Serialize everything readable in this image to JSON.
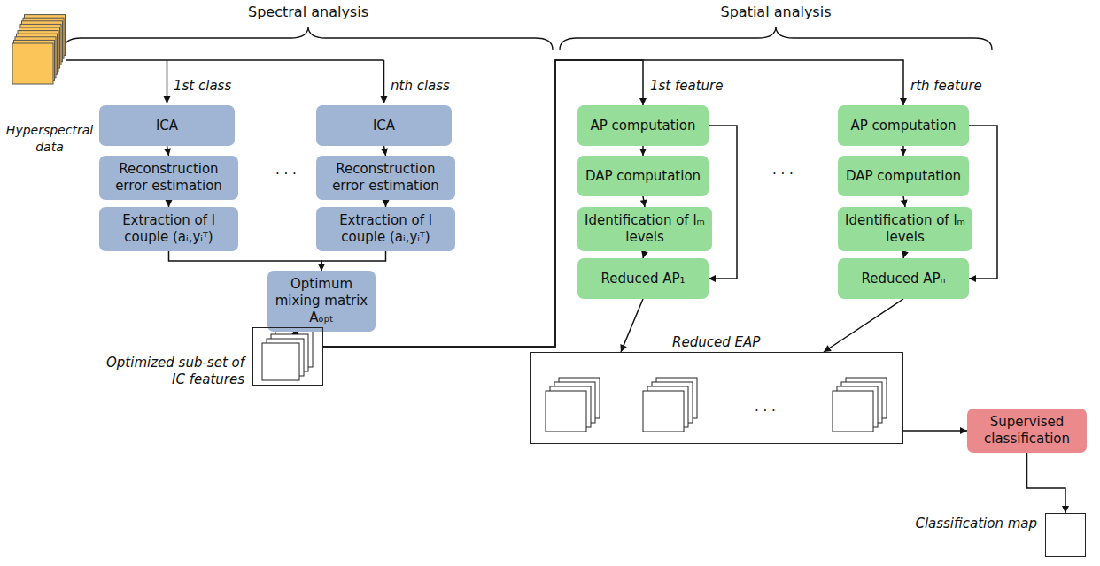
{
  "diagram": {
    "nodes": [
      {
        "text": [
          "ICA"
        ]
      },
      {
        "text": [
          "Reconstruction error estimation"
        ]
      },
      {
        "text": [
          "Extraction of l couple (aᵢ,yᵢᵀ)"
        ]
      },
      {
        "text": [
          "ICA"
        ]
      },
      {
        "text": [
          "Reconstruction error estimation"
        ]
      },
      {
        "text": [
          "Extraction of l couple (aᵢ,yᵢᵀ)"
        ]
      },
      {
        "text": [
          "Optimum mixing matrix Aₒₚₜ"
        ]
      },
      {
        "text": [
          "Optimized sub-set of IC features"
        ]
      },
      {
        "text": [
          "AP computation"
        ]
      },
      {
        "text": [
          "DAP computation"
        ]
      },
      {
        "text": [
          "Identification of lₘ levels"
        ]
      },
      {
        "text": [
          "Reduced AP₁"
        ]
      },
      {
        "text": [
          "AP computation"
        ]
      },
      {
        "text": [
          "DAP computation"
        ]
      },
      {
        "text": [
          "Identification of lₘ levels"
        ]
      },
      {
        "text": [
          "Reduced APₙ"
        ]
      },
      {
        "text": [
          "Reduced EAP"
        ]
      },
      {
        "text": [
          "Supervised classification"
        ]
      },
      {
        "text": [
          "Classification map"
        ]
      }
    ],
    "edges": [
      {
        "from": 0,
        "to": 1,
        "arrow": "to"
      },
      {
        "from": 1,
        "to": 2,
        "arrow": "to"
      },
      {
        "from": 3,
        "to": 4,
        "arrow": "to"
      },
      {
        "from": 4,
        "to": 5,
        "arrow": "to"
      },
      {
        "from": 2,
        "to": 6,
        "arrow": "to"
      },
      {
        "from": 5,
        "to": 6,
        "arrow": "to"
      },
      {
        "from": 6,
        "to": 7,
        "arrow": "to"
      },
      {
        "from": 7,
        "to": 8,
        "label": "1st feature",
        "arrow": "to"
      },
      {
        "from": 7,
        "to": 12,
        "label": "rth feature",
        "arrow": "to"
      },
      {
        "from": 8,
        "to": 9,
        "arrow": "to"
      },
      {
        "from": 9,
        "to": 10,
        "arrow": "to"
      },
      {
        "from": 10,
        "to": 11,
        "arrow": "to"
      },
      {
        "from": 8,
        "to": 11,
        "arrow": "to"
      },
      {
        "from": 12,
        "to": 13,
        "arrow": "to"
      },
      {
        "from": 13,
        "to": 14,
        "arrow": "to"
      },
      {
        "from": 14,
        "to": 15,
        "arrow": "to"
      },
      {
        "from": 12,
        "to": 15,
        "arrow": "to"
      },
      {
        "from": 11,
        "to": 16,
        "arrow": "to"
      },
      {
        "from": 15,
        "to": 16,
        "arrow": "to"
      },
      {
        "from": 16,
        "to": 17,
        "arrow": "to"
      },
      {
        "from": 17,
        "to": 18,
        "arrow": "to"
      }
    ],
    "labels": [
      "Spectral analysis",
      "Spatial analysis",
      "Hyperspectral data",
      "1st class",
      "nth class",
      "· · ·",
      "· · ·",
      "· · ·"
    ]
  }
}
